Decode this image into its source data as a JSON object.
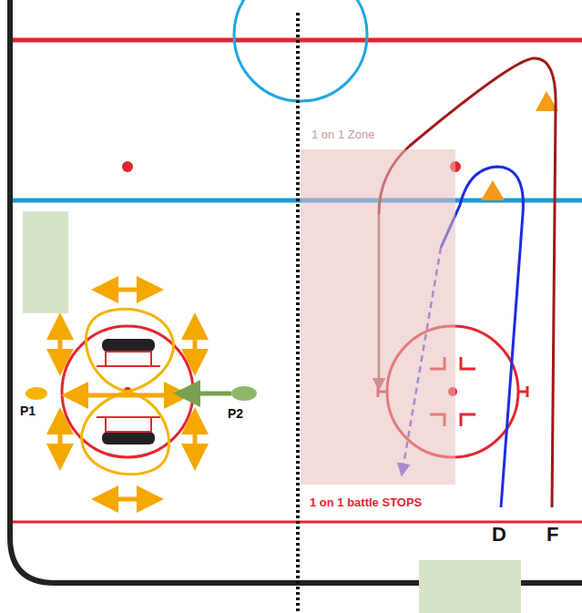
{
  "diagram": {
    "nodes": [
      {
        "text": [
          "1 on 1 Zone"
        ]
      }
    ],
    "labels": [
      "P1",
      "P2",
      "1 on 1 battle STOPS",
      "D",
      "F"
    ]
  }
}
